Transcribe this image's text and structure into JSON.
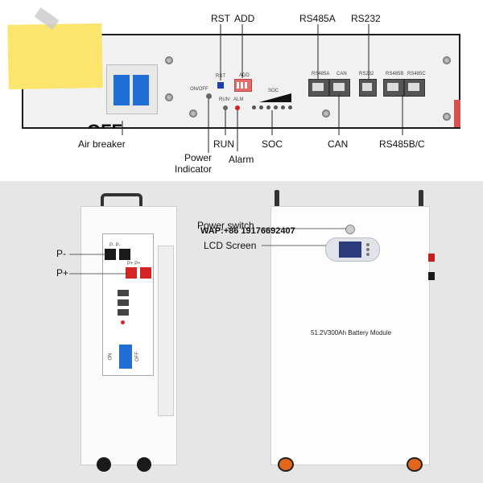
{
  "top_panel": {
    "labels": {
      "rst": "RST",
      "add": "ADD",
      "rs485a": "RS485A",
      "rs232": "RS232",
      "air_breaker": "Air breaker",
      "power_indicator_line1": "Power",
      "power_indicator_line2": "Indicator",
      "run": "RUN",
      "alarm": "Alarm",
      "soc": "SOC",
      "can": "CAN",
      "rs485bc": "RS485B/C"
    },
    "panel_text": {
      "rst": "RST",
      "add": "ADD",
      "on_off": "ON/OFF",
      "run": "RUN",
      "alm": "ALM",
      "soc": "SOC",
      "rs485a": "RS485A",
      "can": "CAN",
      "rs232": "RS232",
      "rs485b": "RS485B",
      "rs485c": "RS485C",
      "off": "OFF"
    }
  },
  "bottom_panel": {
    "labels": {
      "p_minus": "P-",
      "p_plus": "P+",
      "power_switch": "Power switch",
      "lcd_screen": "LCD Screen"
    },
    "side_text": {
      "p_minus_small": "P-  P-",
      "p_plus_small": "P+  P+",
      "on": "ON",
      "off": "OFF"
    },
    "watermark": "WAP:+86 19176692407",
    "module_name": "51.2V300Ah Battery Module"
  },
  "colors": {
    "breaker_blue": "#1f6fd6",
    "sticky_note": "#fbe56d",
    "alarm_red": "#d62020",
    "rst_blue": "#1f3fb0",
    "dip_red": "#e56a6a",
    "p_plus_red": "#d42424",
    "p_minus_black": "#1a1a1a"
  }
}
